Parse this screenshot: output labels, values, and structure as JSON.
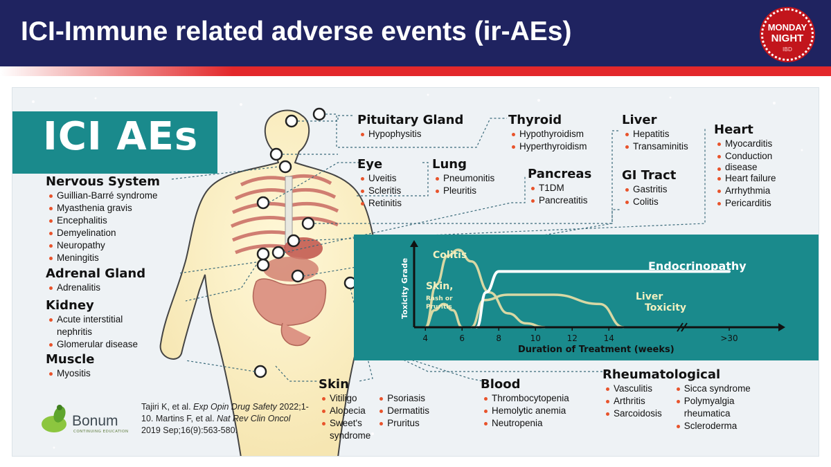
{
  "header": {
    "title": "ICI-Immune related adverse events (ir-AEs)"
  },
  "logo": {
    "line1": "MONDAY",
    "line2": "NIGHT",
    "sub": "IBD"
  },
  "banner": {
    "title": "ICI AEs"
  },
  "colors": {
    "navy": "#1f2360",
    "red": "#e3282b",
    "teal": "#1a8a8c",
    "bullet": "#e8532b",
    "curve": "#d8d8a4"
  },
  "left_sections": [
    {
      "title": "Nervous System",
      "items": [
        "Guillian-Barré syndrome",
        "Myasthenia gravis",
        "Encephalitis",
        "Demyelination",
        "Neuropathy",
        "Meningitis"
      ]
    },
    {
      "title": "Adrenal Gland",
      "items": [
        "Adrenalitis"
      ]
    },
    {
      "title": "Kidney",
      "items": [
        "Acute interstitial",
        "nephritis",
        "Glomerular disease"
      ]
    },
    {
      "title": "Muscle",
      "items": [
        "Myositis"
      ]
    }
  ],
  "top_sections": {
    "pituitary": {
      "title": "Pituitary Gland",
      "items": [
        "Hypophysitis"
      ]
    },
    "thyroid": {
      "title": "Thyroid",
      "items": [
        "Hypothyroidism",
        "Hyperthyroidism"
      ]
    },
    "liver": {
      "title": "Liver",
      "items": [
        "Hepatitis",
        "Transaminitis"
      ]
    },
    "heart": {
      "title": "Heart",
      "items": [
        "Myocarditis",
        "Conduction",
        "disease",
        "Heart failure",
        "Arrhythmia",
        "Pericarditis"
      ]
    },
    "eye": {
      "title": "Eye",
      "items": [
        "Uveitis",
        "Scleritis",
        "Retinitis"
      ]
    },
    "lung": {
      "title": "Lung",
      "items": [
        "Pneumonitis",
        "Pleuritis"
      ]
    },
    "pancreas": {
      "title": "Pancreas",
      "items": [
        "T1DM",
        "Pancreatitis"
      ]
    },
    "gi": {
      "title": "GI Tract",
      "items": [
        "Gastritis",
        "Colitis"
      ]
    }
  },
  "bottom_sections": {
    "skin": {
      "title": "Skin",
      "col1": [
        "Vitiligo",
        "Alopecia",
        "Sweet's",
        "syndrome"
      ],
      "col2": [
        "Psoriasis",
        "Dermatitis",
        "Pruritus"
      ]
    },
    "blood": {
      "title": "Blood",
      "items": [
        "Thrombocytopenia",
        "Hemolytic anemia",
        "Neutropenia"
      ]
    },
    "rheum": {
      "title": "Rheumatological",
      "col1": [
        "Vasculitis",
        "Arthritis",
        "Sarcoidosis"
      ],
      "col2": [
        "Sicca syndrome",
        "Polymyalgia",
        "rheumatica",
        "Scleroderma"
      ]
    }
  },
  "citation": {
    "a": "Tajiri K, et al. ",
    "a_ital": "Exp Opin Drug Safety",
    "b": "2022;1-10. Martins F, et al. ",
    "b_ital": "Nat Rev",
    "c_ital": "Clin Oncol",
    "c": " 2019 Sep;16(9):563-580."
  },
  "bonum": {
    "name": "Bonum",
    "sub": "CONTINUING EDUCATION"
  },
  "chart_data": {
    "type": "line",
    "xlabel": "Duration of Treatment (weeks)",
    "ylabel": "Toxicity Grade",
    "xticks": [
      "4",
      "6",
      "8",
      "10",
      "12",
      "14",
      ">30"
    ],
    "series": [
      {
        "name": "Colitis",
        "x": [
          4,
          4.6,
          5.2,
          5.8,
          6.5,
          7.5,
          8.5,
          9.5,
          10.5
        ],
        "y": [
          0,
          0.55,
          0.92,
          1.0,
          0.85,
          0.45,
          0.18,
          0.05,
          0
        ]
      },
      {
        "name": "Skin, Rash or Pruritis",
        "x": [
          4,
          4.5,
          5,
          5.5,
          6
        ],
        "y": [
          0,
          0.22,
          0.3,
          0.22,
          0
        ]
      },
      {
        "name": "Liver Toxicity",
        "x": [
          6.5,
          7.2,
          8.5,
          11,
          13.5,
          14.8
        ],
        "y": [
          0,
          0.35,
          0.42,
          0.42,
          0.3,
          0
        ]
      },
      {
        "name": "Endocrinopathy",
        "x": [
          6.8,
          7.3,
          8,
          10,
          14,
          30
        ],
        "y": [
          0,
          0.45,
          0.72,
          0.72,
          0.72,
          0.72
        ]
      }
    ],
    "labels": {
      "colitis": "Colitis",
      "skin1": "Skin,",
      "skin2": "Rash or",
      "skin3": "Pruritis",
      "endo": "Endocrinopathy",
      "liver1": "Liver",
      "liver2": "Toxicity"
    }
  }
}
